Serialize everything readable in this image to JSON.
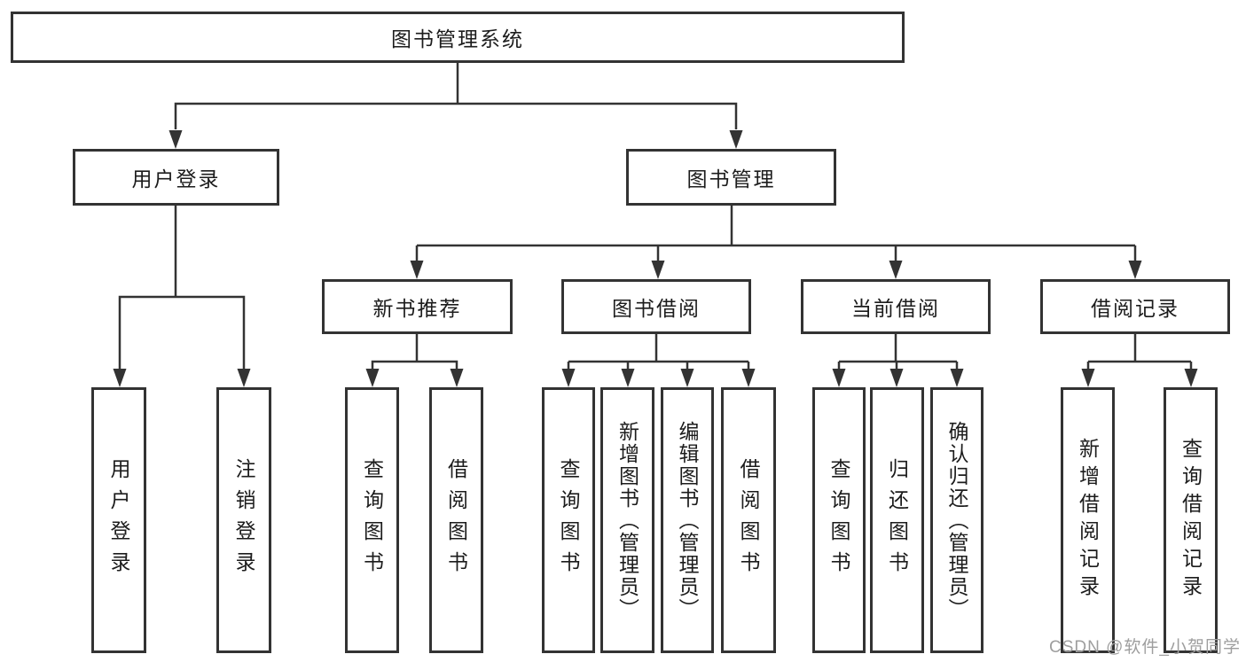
{
  "root": {
    "label": "图书管理系统"
  },
  "branches": [
    {
      "label": "用户登录",
      "children": [
        {
          "label": "用户登录"
        },
        {
          "label": "注销登录"
        }
      ]
    },
    {
      "label": "图书管理",
      "children": [
        {
          "label": "新书推荐",
          "children": [
            {
              "label": "查询图书"
            },
            {
              "label": "借阅图书"
            }
          ]
        },
        {
          "label": "图书借阅",
          "children": [
            {
              "label": "查询图书"
            },
            {
              "label": "新增图书（管理员）"
            },
            {
              "label": "编辑图书（管理员）"
            },
            {
              "label": "借阅图书"
            }
          ]
        },
        {
          "label": "当前借阅",
          "children": [
            {
              "label": "查询图书"
            },
            {
              "label": "归还图书"
            },
            {
              "label": "确认归还（管理员）"
            }
          ]
        },
        {
          "label": "借阅记录",
          "children": [
            {
              "label": "新增借阅记录"
            },
            {
              "label": "查询借阅记录"
            }
          ]
        }
      ]
    }
  ],
  "watermark": {
    "text": "CSDN @软件_小贺同学"
  },
  "colors": {
    "line": "#333333",
    "text": "#1c1c1c",
    "watermark": "#9e9e9e",
    "background": "#ffffff"
  }
}
